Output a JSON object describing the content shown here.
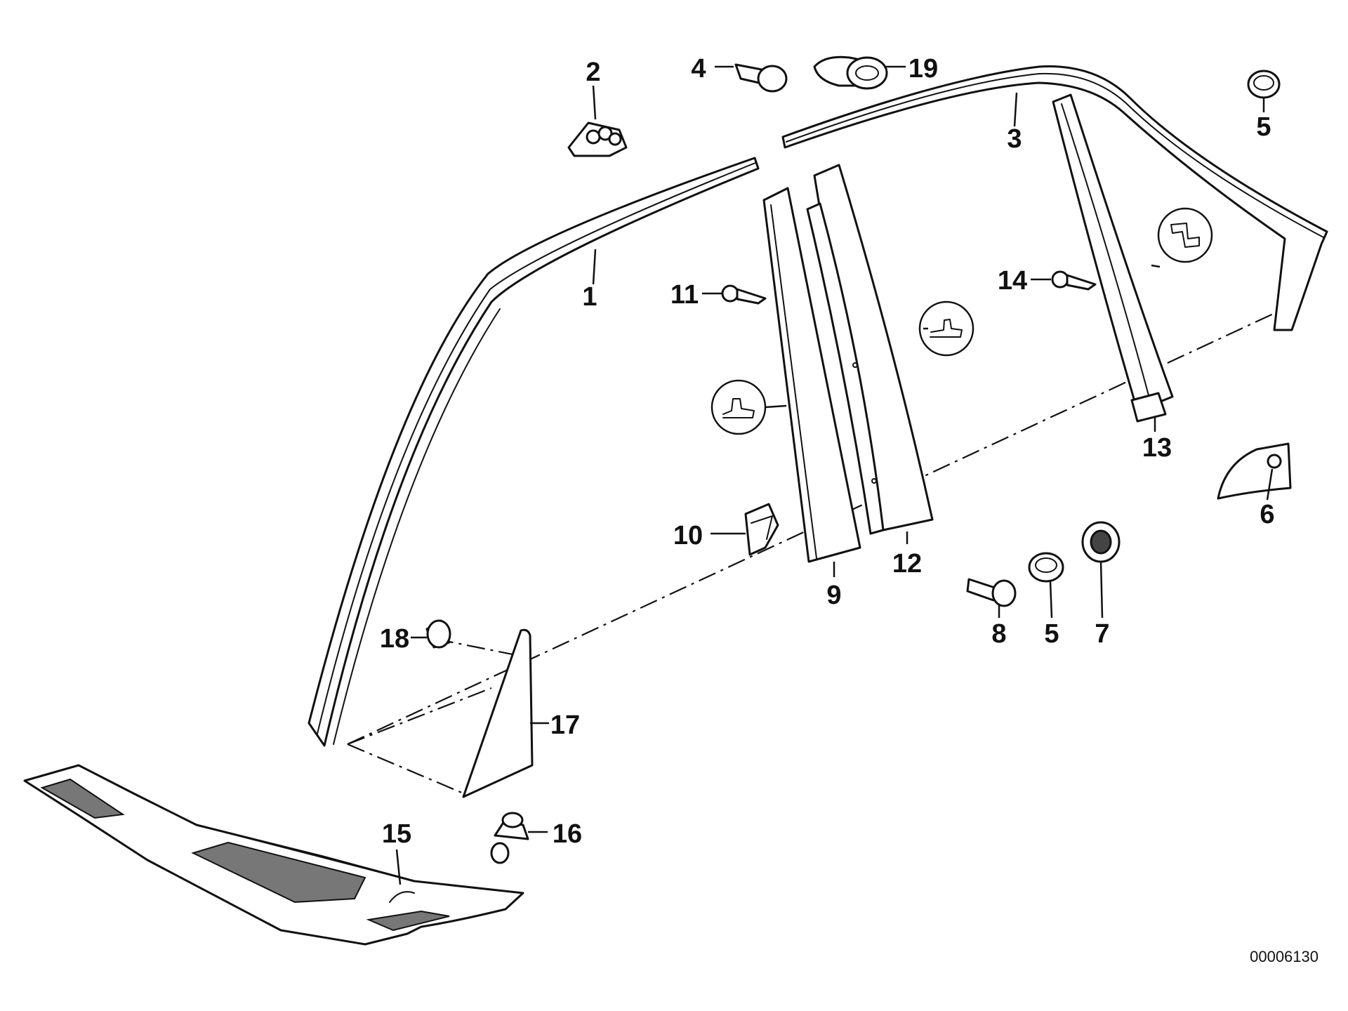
{
  "diagram": {
    "callouts": [
      {
        "id": "c1",
        "label": "1"
      },
      {
        "id": "c2",
        "label": "2"
      },
      {
        "id": "c3",
        "label": "3"
      },
      {
        "id": "c4",
        "label": "4"
      },
      {
        "id": "c5a",
        "label": "5"
      },
      {
        "id": "c5b",
        "label": "5"
      },
      {
        "id": "c6",
        "label": "6"
      },
      {
        "id": "c7",
        "label": "7"
      },
      {
        "id": "c8",
        "label": "8"
      },
      {
        "id": "c9",
        "label": "9"
      },
      {
        "id": "c10",
        "label": "10"
      },
      {
        "id": "c11",
        "label": "11"
      },
      {
        "id": "c12",
        "label": "12"
      },
      {
        "id": "c13",
        "label": "13"
      },
      {
        "id": "c14",
        "label": "14"
      },
      {
        "id": "c15",
        "label": "15"
      },
      {
        "id": "c16",
        "label": "16"
      },
      {
        "id": "c17",
        "label": "17"
      },
      {
        "id": "c18",
        "label": "18"
      },
      {
        "id": "c19",
        "label": "19"
      }
    ],
    "document_number": "00006130"
  },
  "colors": {
    "line": "#111111",
    "background": "#ffffff"
  }
}
